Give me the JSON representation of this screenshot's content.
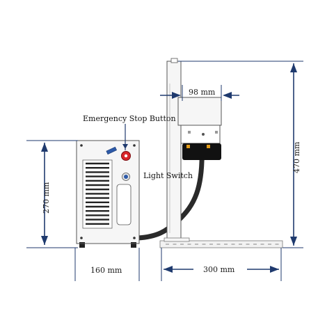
{
  "labels": {
    "emergency_stop": "Emergency Stop Button",
    "light_switch": "Light Switch"
  },
  "dimensions": {
    "width_160": "160 mm",
    "height_270": "270 mm",
    "width_98": "98 mm",
    "height_470": "470 mm",
    "width_300": "300 mm"
  },
  "colors": {
    "dimension_line": "#1f3a6e",
    "outline": "#555555",
    "body_fill": "#f6f6f6",
    "cable": "#2a2a2a",
    "lens_block": "#111111",
    "lens_accent": "#e09a1a",
    "estop_red": "#d8262a",
    "switch_blue": "#2d5aa8"
  }
}
